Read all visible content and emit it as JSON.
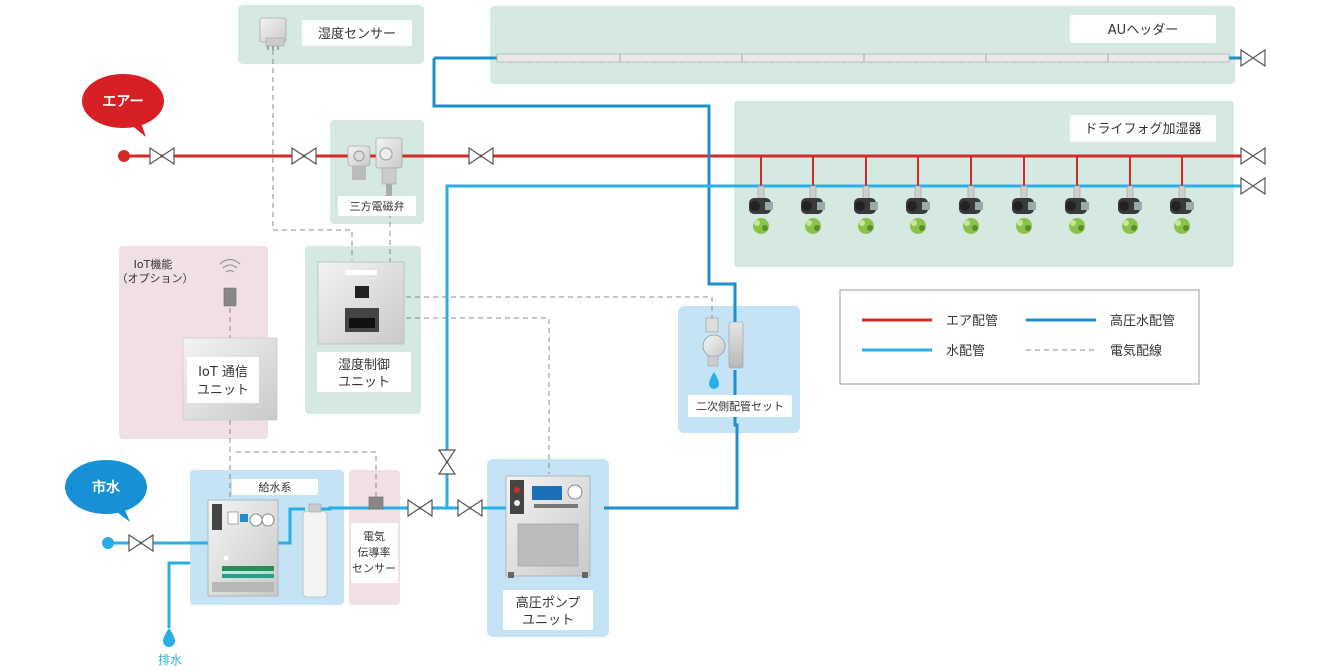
{
  "labels": {
    "humidity_sensor": "湿度センサー",
    "au_header": "AUヘッダー",
    "air": "エアー",
    "dry_fog": "ドライフォグ加湿器",
    "three_way_valve": "三方電磁弁",
    "iot_function_line1": "IoT機能",
    "iot_function_line2": "（オプション）",
    "iot_unit_line1": "IoT 通信",
    "iot_unit_line2": "ユニット",
    "humidity_control_line1": "湿度制御",
    "humidity_control_line2": "ユニット",
    "secondary_piping": "二次側配管セット",
    "city_water": "市水",
    "water_supply": "給水系",
    "conductivity_line1": "電気",
    "conductivity_line2": "伝導率",
    "conductivity_line3": "センサー",
    "pump_line1": "高圧ポンプ",
    "pump_line2": "ユニット",
    "drain": "排水"
  },
  "legend": {
    "air_pipe": "エア配管",
    "hp_water_pipe": "高圧水配管",
    "water_pipe": "水配管",
    "electric_wiring": "電気配線"
  },
  "colors": {
    "air": "#d42a2a",
    "hp_water": "#1d8fce",
    "water": "#2aaee6",
    "wire": "#888888",
    "green_zone": "#d5e9e0",
    "blue_zone": "#c4e3f5",
    "pink_zone": "#f0dfe4",
    "air_bubble": "#d81f26",
    "water_bubble": "#1790d5"
  }
}
